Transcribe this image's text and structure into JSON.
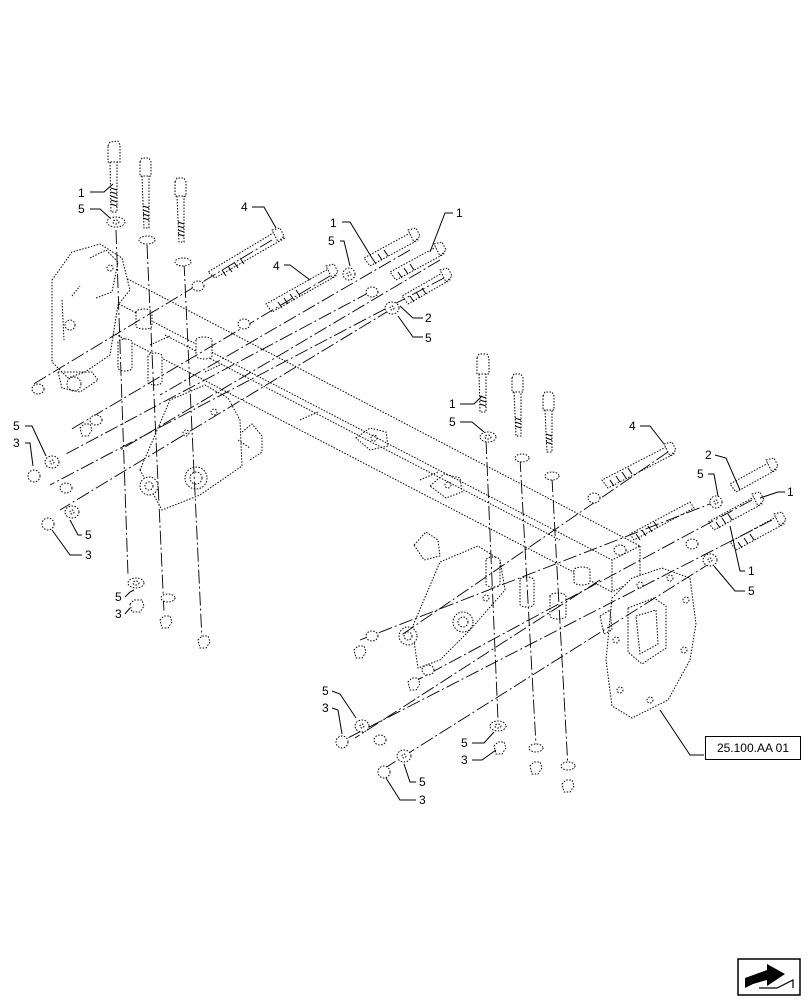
{
  "diagram": {
    "callouts": [
      {
        "id": "c1",
        "text": "1"
      },
      {
        "id": "c2",
        "text": "5"
      },
      {
        "id": "c3",
        "text": "4"
      },
      {
        "id": "c4",
        "text": "1"
      },
      {
        "id": "c5",
        "text": "5"
      },
      {
        "id": "c6",
        "text": "4"
      },
      {
        "id": "c7",
        "text": "1"
      },
      {
        "id": "c8",
        "text": "2"
      },
      {
        "id": "c9",
        "text": "5"
      },
      {
        "id": "c10",
        "text": "5"
      },
      {
        "id": "c11",
        "text": "3"
      },
      {
        "id": "c12",
        "text": "5"
      },
      {
        "id": "c13",
        "text": "3"
      },
      {
        "id": "c14",
        "text": "5"
      },
      {
        "id": "c15",
        "text": "3"
      },
      {
        "id": "c16",
        "text": "1"
      },
      {
        "id": "c17",
        "text": "5"
      },
      {
        "id": "c18",
        "text": "4"
      },
      {
        "id": "c19",
        "text": "2"
      },
      {
        "id": "c20",
        "text": "5"
      },
      {
        "id": "c21",
        "text": "1"
      },
      {
        "id": "c22",
        "text": "1"
      },
      {
        "id": "c23",
        "text": "5"
      },
      {
        "id": "c24",
        "text": "5"
      },
      {
        "id": "c25",
        "text": "3"
      },
      {
        "id": "c26",
        "text": "5"
      },
      {
        "id": "c27",
        "text": "3"
      },
      {
        "id": "c28",
        "text": "5"
      },
      {
        "id": "c29",
        "text": "3"
      }
    ],
    "reference_label": "25.100.AA 01",
    "nav_icon": "page-arrow-icon"
  }
}
